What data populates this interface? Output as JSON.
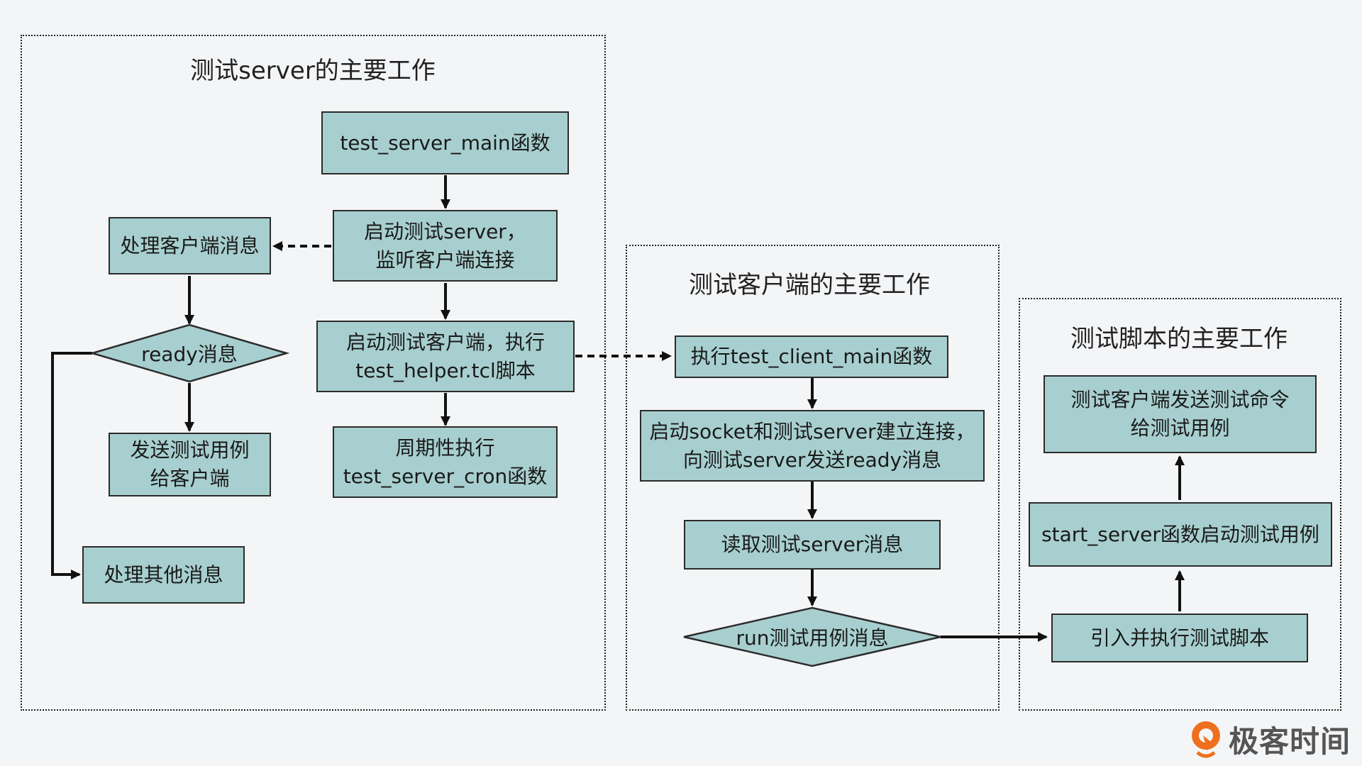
{
  "panels": {
    "server": {
      "title": "测试server的主要工作",
      "nodes": {
        "main": "test_server_main函数",
        "start": "启动测试server，\n监听客户端连接",
        "handle_client": "处理客户端消息",
        "ready": "ready消息",
        "launch_client": "启动测试客户端，执行\ntest_helper.tcl脚本",
        "send_case": "发送测试用例\n给客户端",
        "cron": "周期性执行\ntest_server_cron函数",
        "handle_other": "处理其他消息"
      }
    },
    "client": {
      "title": "测试客户端的主要工作",
      "nodes": {
        "main": "执行test_client_main函数",
        "connect": "启动socket和测试server建立连接，\n向测试server发送ready消息",
        "read": "读取测试server消息",
        "run": "run测试用例消息"
      }
    },
    "script": {
      "title": "测试脚本的主要工作",
      "nodes": {
        "send_cmd": "测试客户端发送测试命令\n给测试用例",
        "start_server": "start_server函数启动测试用例",
        "import": "引入并执行测试脚本"
      }
    }
  },
  "brand": {
    "name": "极客时间",
    "logo_color": "#ee6f1e"
  },
  "colors": {
    "node_fill": "#a8cfcf",
    "background": "#f4f5f7"
  }
}
